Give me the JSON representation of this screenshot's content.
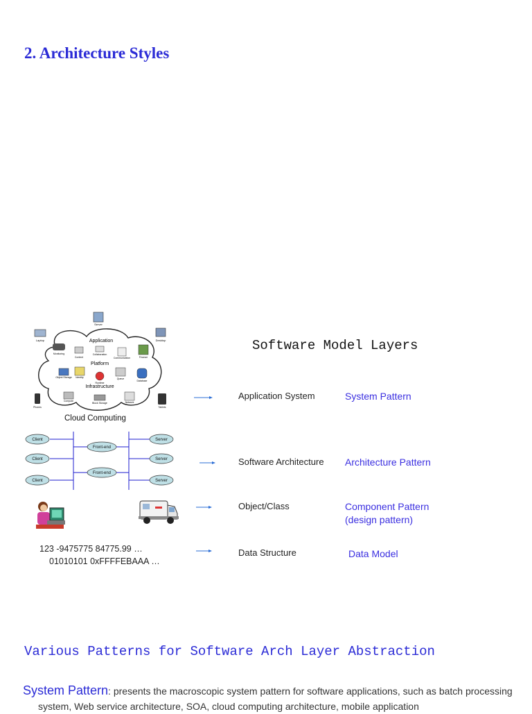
{
  "heading": "2.  Architecture Styles",
  "layers_title": "Software Model Layers",
  "cloud": {
    "caption": "Cloud Computing",
    "labels": {
      "server": "Server",
      "laptop": "Laptop",
      "desktop": "Desktop",
      "application": "Application",
      "platform": "Platform",
      "infrastructure": "Infrastructure",
      "phones": "Phones",
      "tablets": "Tablets",
      "monitoring": "Monitoring",
      "content": "Content",
      "collaboration": "Collaboration",
      "communication": "Communication",
      "finance": "Finance",
      "object_storage": "Object Storage",
      "identity": "Identity",
      "runtime": "Runtime",
      "queue": "Queue",
      "database": "Database",
      "compute": "Compute",
      "block_storage": "Block Storage",
      "network": "Network"
    }
  },
  "client_server": {
    "client": "Client",
    "front_end": "Front-end",
    "server": "Server"
  },
  "data_sample": {
    "line1": "123    -9475775  84775.99 …",
    "line2": "01010101  0xFFFFEBAAA …"
  },
  "layers": [
    {
      "layer": "Application System",
      "pattern": "System Pattern",
      "pattern2": ""
    },
    {
      "layer": "Software Architecture",
      "pattern": "Architecture Pattern",
      "pattern2": ""
    },
    {
      "layer": "Object/Class",
      "pattern": "Component Pattern",
      "pattern2": "(design pattern)"
    },
    {
      "layer": "Data Structure",
      "pattern": "Data Model",
      "pattern2": ""
    }
  ],
  "various_title": "Various Patterns for Software Arch Layer Abstraction",
  "system_pattern": {
    "term": "System Pattern",
    "desc": ": presents the macroscopic system pattern for software applications, such as batch processing system, Web service architecture, SOA, cloud computing architecture, mobile application"
  },
  "colors": {
    "heading": "#2b2bd6",
    "pattern": "#3a2ee0",
    "arrow": "#2a6dd6"
  }
}
